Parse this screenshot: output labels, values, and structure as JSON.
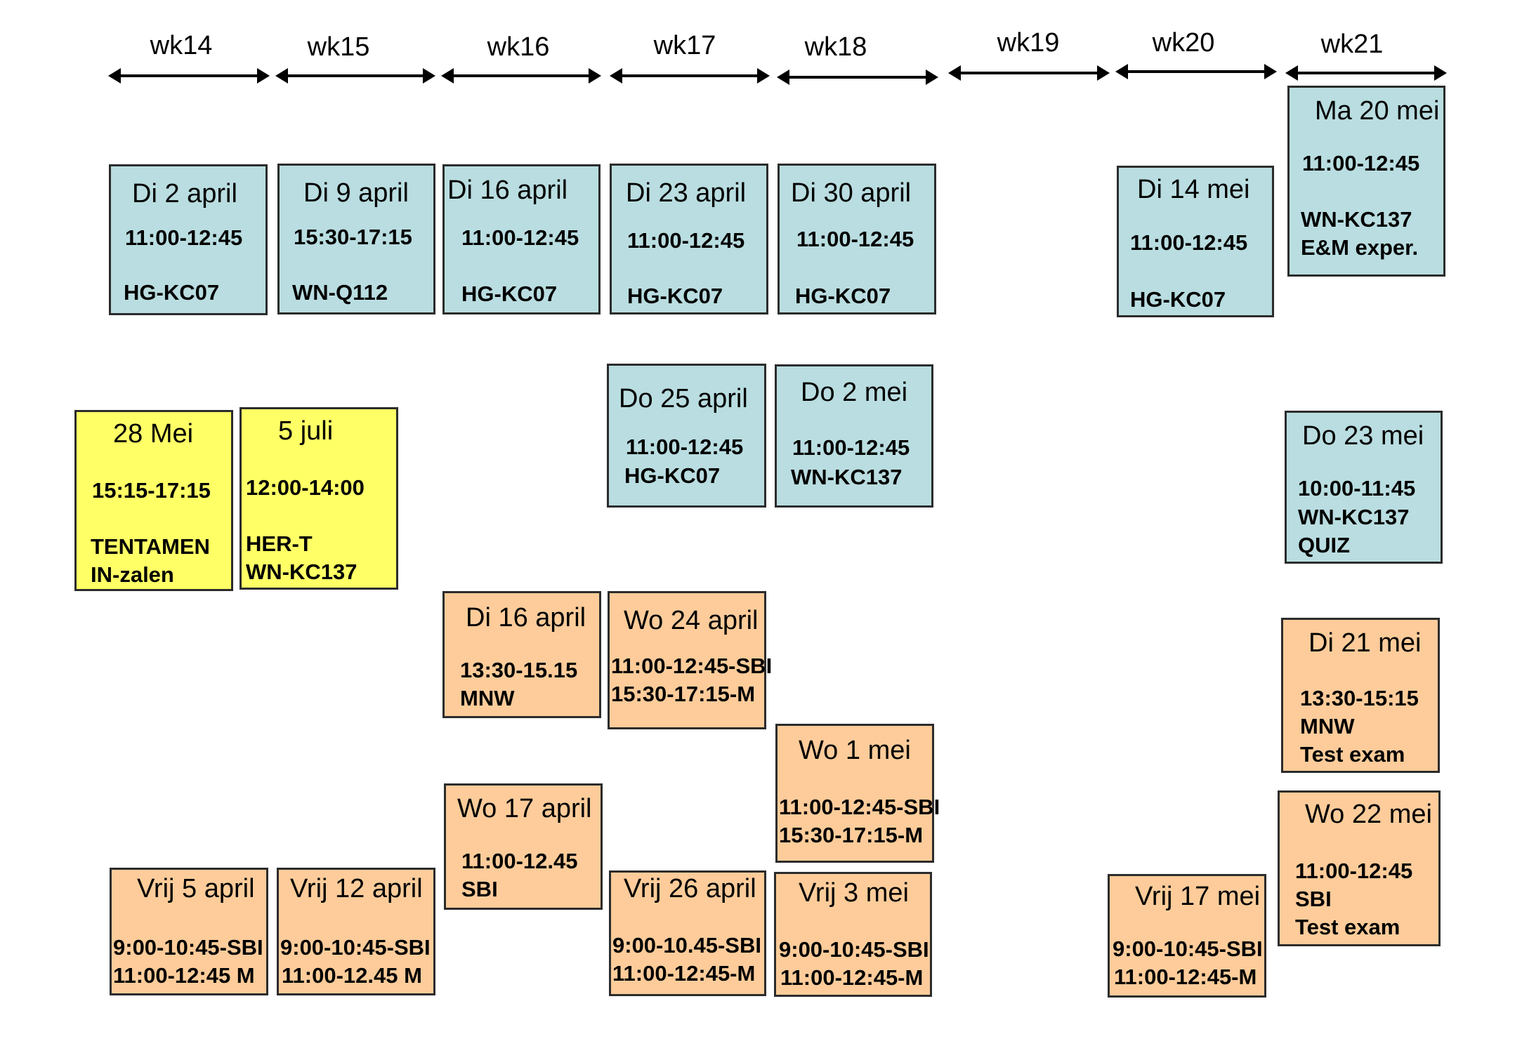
{
  "weeks": [
    "wk14",
    "wk15",
    "wk16",
    "wk17",
    "wk18",
    "wk19",
    "wk20",
    "wk21"
  ],
  "colors": {
    "lecture": "#b9dde0",
    "exam": "#ffff66",
    "tutorial": "#fdcc9a"
  },
  "lectures": [
    {
      "title": "Di 2 april",
      "lines": [
        "11:00-12:45",
        "HG-KC07"
      ]
    },
    {
      "title": "Di 9 april",
      "lines": [
        "15:30-17:15",
        "WN-Q112"
      ]
    },
    {
      "title": "Di 16 april",
      "lines": [
        "11:00-12:45",
        "HG-KC07"
      ]
    },
    {
      "title": "Di 23 april",
      "lines": [
        "11:00-12:45",
        "HG-KC07"
      ]
    },
    {
      "title": "Di 30 april",
      "lines": [
        "11:00-12:45",
        "HG-KC07"
      ]
    },
    {
      "title": "Di 14 mei",
      "lines": [
        "11:00-12:45",
        "HG-KC07"
      ]
    },
    {
      "title": "Ma 20 mei",
      "lines": [
        "11:00-12:45",
        "WN-KC137",
        "E&M exper."
      ]
    },
    {
      "title": "Do 25 april",
      "lines": [
        "11:00-12:45",
        "HG-KC07"
      ]
    },
    {
      "title": "Do 2 mei",
      "lines": [
        "11:00-12:45",
        "WN-KC137"
      ]
    },
    {
      "title": "Do 23 mei",
      "lines": [
        "10:00-11:45",
        "WN-KC137",
        "QUIZ"
      ]
    }
  ],
  "exams": [
    {
      "title": "28 Mei",
      "lines": [
        "15:15-17:15",
        "TENTAMEN",
        "IN-zalen"
      ]
    },
    {
      "title": "5 juli",
      "lines": [
        "12:00-14:00",
        "HER-T",
        "WN-KC137"
      ]
    }
  ],
  "tutorials": [
    {
      "title": "Di 16 april",
      "lines": [
        "13:30-15.15",
        "MNW"
      ]
    },
    {
      "title": "Wo 24 april",
      "lines": [
        "11:00-12:45-SBI",
        "15:30-17:15-M"
      ]
    },
    {
      "title": "Di 21 mei",
      "lines": [
        "13:30-15:15",
        "MNW",
        "Test exam"
      ]
    },
    {
      "title": "Wo 1 mei",
      "lines": [
        "11:00-12:45-SBI",
        "15:30-17:15-M"
      ]
    },
    {
      "title": "Wo 17 april",
      "lines": [
        "11:00-12.45",
        "SBI"
      ]
    },
    {
      "title": "Wo 22 mei",
      "lines": [
        "11:00-12:45",
        "SBI",
        "Test exam"
      ]
    },
    {
      "title": "Vrij 5 april",
      "lines": [
        "9:00-10:45-SBI",
        "11:00-12:45 M"
      ]
    },
    {
      "title": "Vrij 12 april",
      "lines": [
        "9:00-10:45-SBI",
        "11:00-12.45 M"
      ]
    },
    {
      "title": "Vrij 26 april",
      "lines": [
        "9:00-10.45-SBI",
        "11:00-12:45-M"
      ]
    },
    {
      "title": "Vrij 3 mei",
      "lines": [
        "9:00-10:45-SBI",
        "11:00-12:45-M"
      ]
    },
    {
      "title": "Vrij 17 mei",
      "lines": [
        "9:00-10:45-SBI",
        "11:00-12:45-M"
      ]
    }
  ]
}
